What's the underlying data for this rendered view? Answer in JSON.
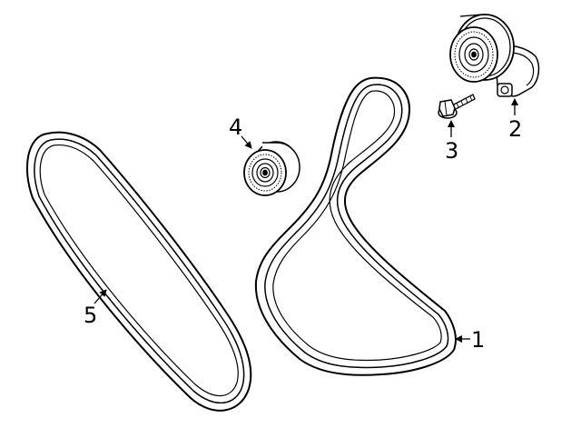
{
  "diagram": {
    "callouts": {
      "belt_main": "1",
      "tensioner": "2",
      "bolt": "3",
      "idler_pulley": "4",
      "belt_secondary": "5"
    },
    "colors": {
      "line": "#000000",
      "fill": "#ffffff"
    }
  }
}
